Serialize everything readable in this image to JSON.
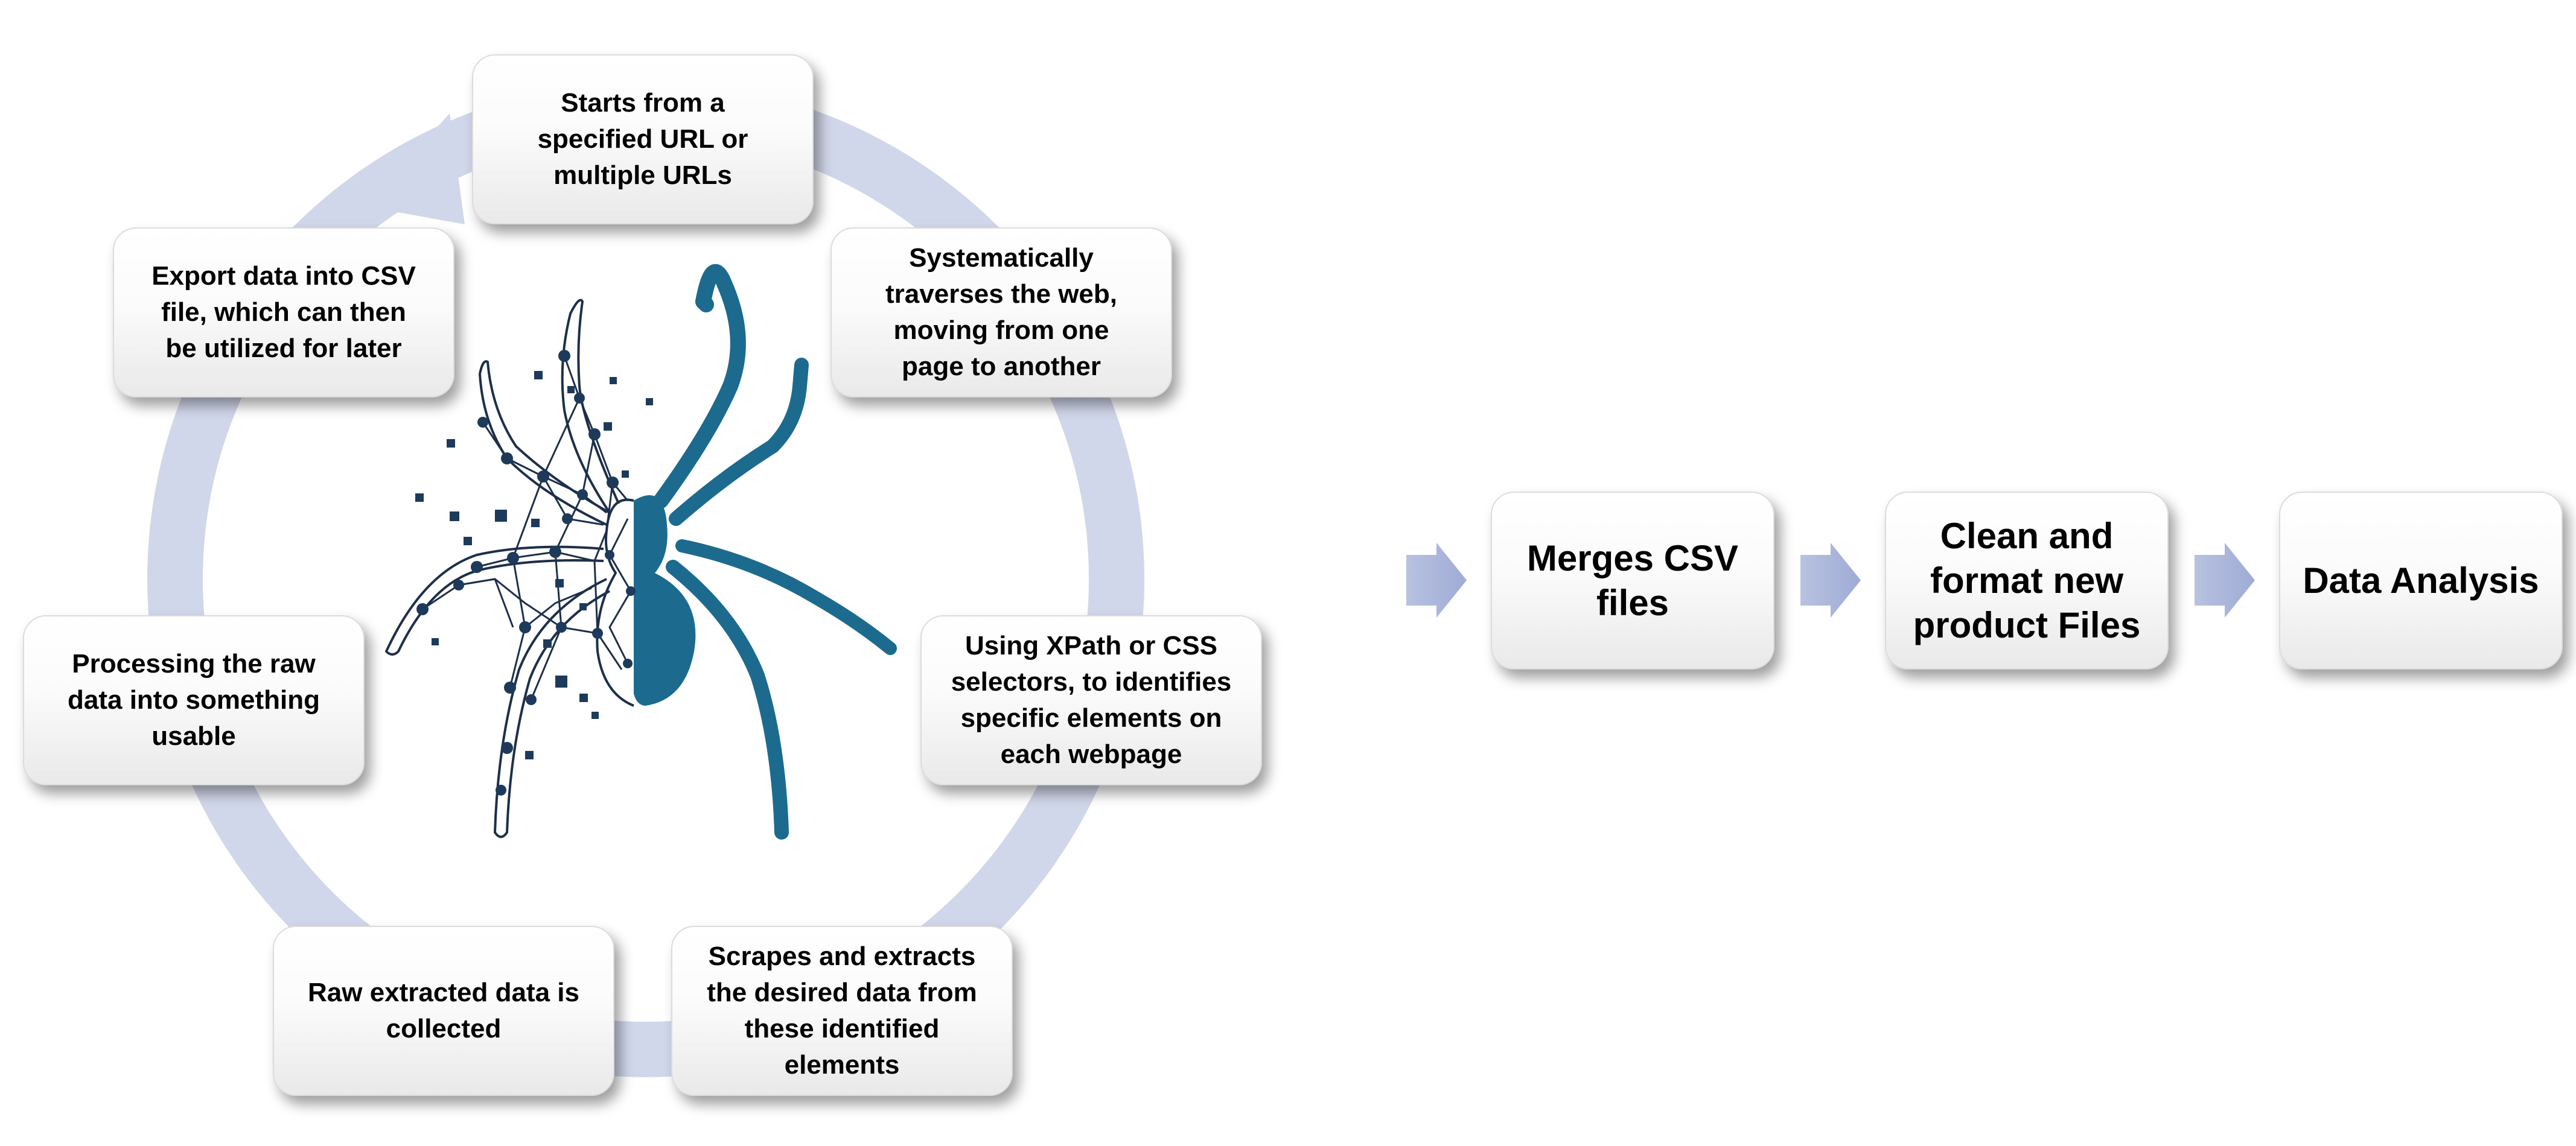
{
  "colors": {
    "ring": "#d1d7ea",
    "spider": "#1d6a8f",
    "spider_outline": "#1d2f4a",
    "arrow": "#a9b5da"
  },
  "cycle_steps": [
    {
      "text": "Starts from a\nspecified URL or\nmultiple URLs"
    },
    {
      "text": "Systematically\ntraverses the web,\nmoving from one\npage to another"
    },
    {
      "text": "Using XPath or CSS\nselectors, to identifies\nspecific elements on\neach webpage"
    },
    {
      "text": "Scrapes and extracts\nthe desired data from\nthese identified\nelements"
    },
    {
      "text": "Raw extracted data is\ncollected"
    },
    {
      "text": "Processing the raw\ndata into something\nusable"
    },
    {
      "text": "Export data into CSV\nfile, which can then\nbe utilized for later"
    }
  ],
  "pipeline_steps": [
    {
      "text": "Merges CSV\nfiles"
    },
    {
      "text": "Clean and\nformat new\nproduct Files"
    },
    {
      "text": "Data Analysis"
    }
  ],
  "icons": {
    "center": "spider-web-crawler-icon",
    "cycle_arrow": "cycle-arrow-icon",
    "flow_arrow": "right-arrow-icon"
  }
}
